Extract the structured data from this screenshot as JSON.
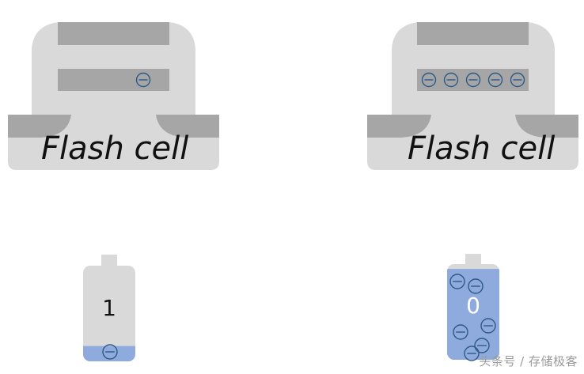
{
  "cells": [
    {
      "label": "Flash cell",
      "stored_electrons": 1
    },
    {
      "label": "Flash cell",
      "stored_electrons": 5
    }
  ],
  "batteries": [
    {
      "value": "1",
      "fill_fraction": 0.16,
      "electrons": 1
    },
    {
      "value": "0",
      "fill_fraction": 0.95,
      "electrons": 6
    }
  ],
  "watermark": "头条号 / 存储极客",
  "colors": {
    "body": "#d9d9d9",
    "gate": "#a6a6a6",
    "electron_stroke": "#2e5a88",
    "charge_fill": "#8faadc",
    "battery_body": "#d9d9d9"
  }
}
